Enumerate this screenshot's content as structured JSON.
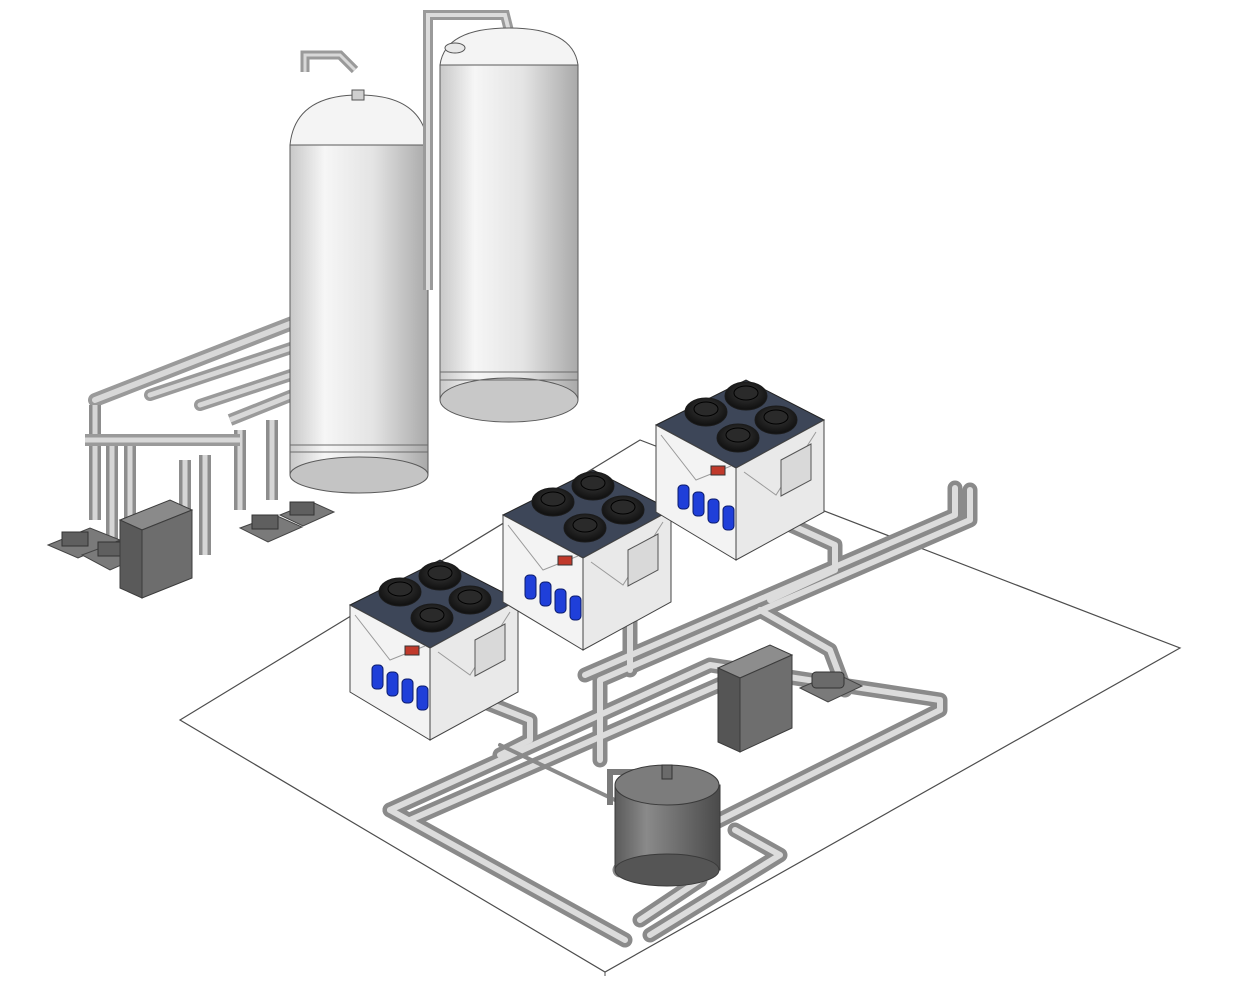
{
  "scene": {
    "description_visible_text": "",
    "components": {
      "storage_tanks": 2,
      "chiller_units": 3,
      "fans_per_chiller": 4,
      "buffer_tank": 1,
      "control_cabinets": 2
    }
  },
  "colors": {
    "background": "#ffffff",
    "pipe": "#b9b9b9",
    "pipe_dark": "#7d7d7d",
    "tank_light": "#f2f2f2",
    "tank_shade": "#bdbdbd",
    "chiller_top": "#3d4658",
    "fan": "#1b1b1b",
    "compressor": "#1f3fd9",
    "cabinet": "#6b6b6b",
    "buffer_tank": "#6e6e6e",
    "floor_line": "#555555"
  }
}
